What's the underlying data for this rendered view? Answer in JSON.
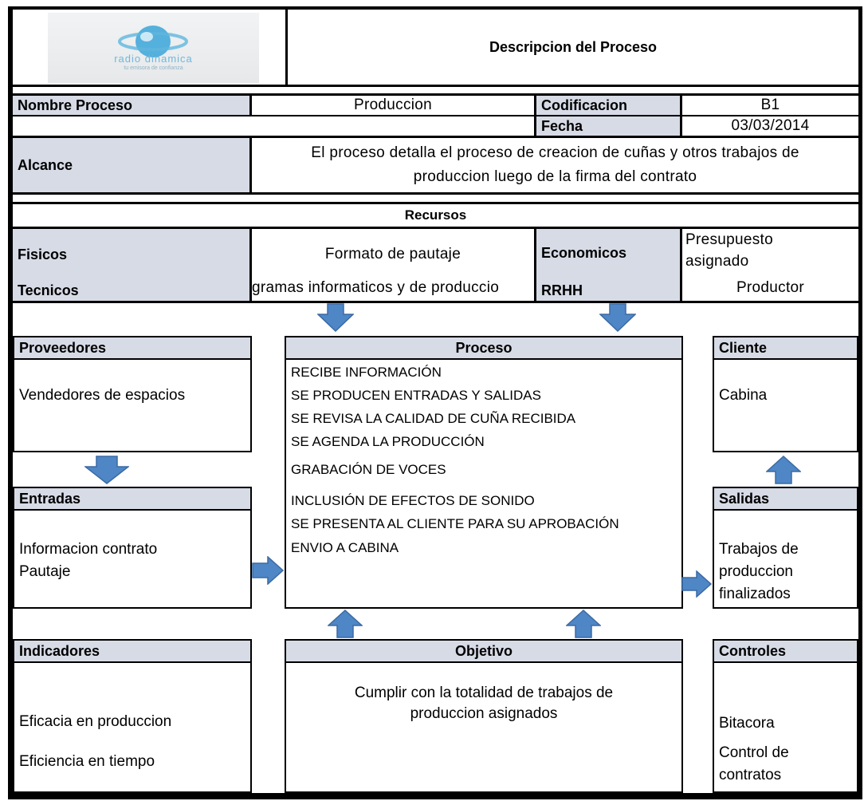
{
  "header": {
    "logo_text": "radio dinamica",
    "logo_subtext": "tu emisora de confianza",
    "title": "Descripcion del Proceso"
  },
  "info": {
    "nombre_label": "Nombre Proceso",
    "nombre_value": "Produccion",
    "codificacion_label": "Codificacion",
    "codificacion_value": "B1",
    "fecha_label": "Fecha",
    "fecha_value": "03/03/2014",
    "alcance_label": "Alcance",
    "alcance_line1": "El proceso detalla el proceso de creacion de cuñas y otros trabajos de",
    "alcance_line2": "produccion luego de la firma del contrato"
  },
  "recursos": {
    "title": "Recursos",
    "fisicos_label": "Fisicos",
    "fisicos_value": "Formato de pautaje",
    "tecnicos_label": "Tecnicos",
    "tecnicos_value": "gramas informaticos y de produccio",
    "economicos_label": "Economicos",
    "economicos_line1": "Presupuesto",
    "economicos_line2": "asignado",
    "rrhh_label": "RRHH",
    "rrhh_value": "Productor"
  },
  "proveedores": {
    "title": "Proveedores",
    "value": "Vendedores de espacios"
  },
  "proceso": {
    "title": "Proceso",
    "steps": [
      "RECIBE INFORMACIÓN",
      "SE PRODUCEN ENTRADAS Y SALIDAS",
      "SE REVISA LA CALIDAD DE CUÑA RECIBIDA",
      "SE AGENDA LA PRODUCCIÓN",
      "GRABACIÓN DE VOCES",
      "INCLUSIÓN DE EFECTOS DE SONIDO",
      "SE PRESENTA AL CLIENTE PARA SU APROBACIÓN",
      "ENVIO A CABINA"
    ]
  },
  "cliente": {
    "title": "Cliente",
    "value": "Cabina"
  },
  "entradas": {
    "title": "Entradas",
    "line1": "Informacion contrato",
    "line2": "Pautaje"
  },
  "salidas": {
    "title": "Salidas",
    "line1": "Trabajos de",
    "line2": "produccion",
    "line3": "finalizados"
  },
  "indicadores": {
    "title": "Indicadores",
    "line1": "Eficacia en produccion",
    "line2": "Eficiencia en tiempo"
  },
  "objetivo": {
    "title": "Objetivo",
    "line1": "Cumplir con la totalidad de trabajos de",
    "line2": "produccion asignados"
  },
  "controles": {
    "title": "Controles",
    "line1": "Bitacora",
    "line2": "Control de",
    "line3": "contratos"
  },
  "colors": {
    "header_fill": "#d7dbe6",
    "arrow_fill": "#4f86c6",
    "arrow_stroke": "#3b6aa3"
  }
}
